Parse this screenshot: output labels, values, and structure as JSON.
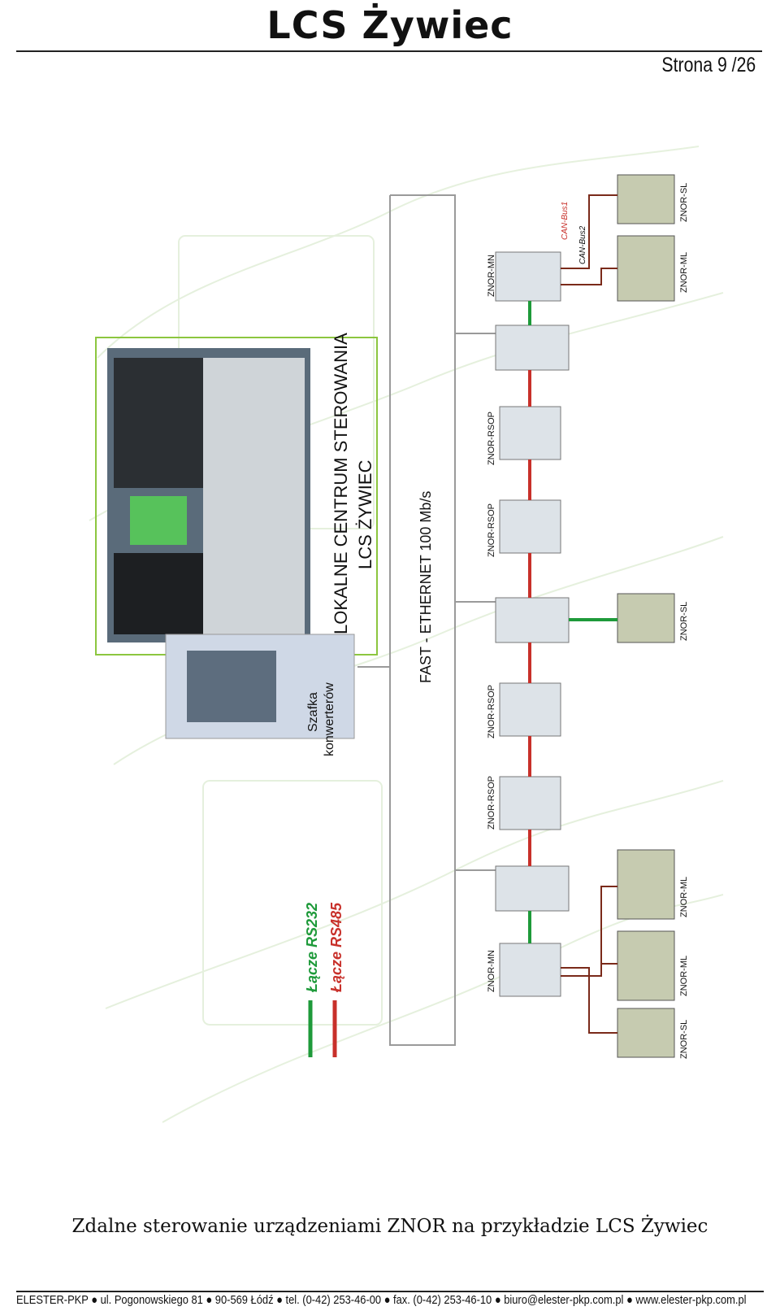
{
  "header": {
    "title": "LCS Żywiec",
    "page_number": "Strona 9 /26"
  },
  "figure": {
    "control_center": {
      "line1": "LOKALNE CENTRUM STEROWANIA",
      "line2": "LCS ŻYWIEC"
    },
    "converter_cabinet": {
      "line1": "Szafka",
      "line2": "konwerterów"
    },
    "network": "FAST - ETHERNET 100 Mb/s",
    "legend": {
      "rs232": "Łącze RS232",
      "rs485": "Łącze RS485"
    },
    "can_bus": {
      "bus1": "CAN-Bus1",
      "bus2": "CAN-Bus2"
    },
    "device_labels": {
      "mn_top": "ZNOR-MN",
      "ml_top": "ZNOR-ML",
      "sl_top": "ZNOR-SL",
      "rsop_1": "ZNOR-RSOP",
      "rsop_2": "ZNOR-RSOP",
      "sl_mid": "ZNOR-SL",
      "rsop_3": "ZNOR-RSOP",
      "rsop_4": "ZNOR-RSOP",
      "mn_bot": "ZNOR-MN",
      "ml_bot1": "ZNOR-ML",
      "ml_bot2": "ZNOR-ML",
      "sl_bot": "ZNOR-SL"
    },
    "colors": {
      "rs232": "#1e9a3a",
      "rs485": "#c8302a",
      "ethernet": "#9a9a9a",
      "frame": "#8cc63f",
      "can": "#7a2a1a"
    }
  },
  "caption": "Zdalne sterowanie urządzeniami ZNOR na przykładzie LCS Żywiec",
  "footer": "ELESTER-PKP ● ul. Pogonowskiego 81 ● 90-569 Łódź ● tel. (0-42) 253-46-00 ● fax. (0-42) 253-46-10 ● biuro@elester-pkp.com.pl ● www.elester-pkp.com.pl"
}
